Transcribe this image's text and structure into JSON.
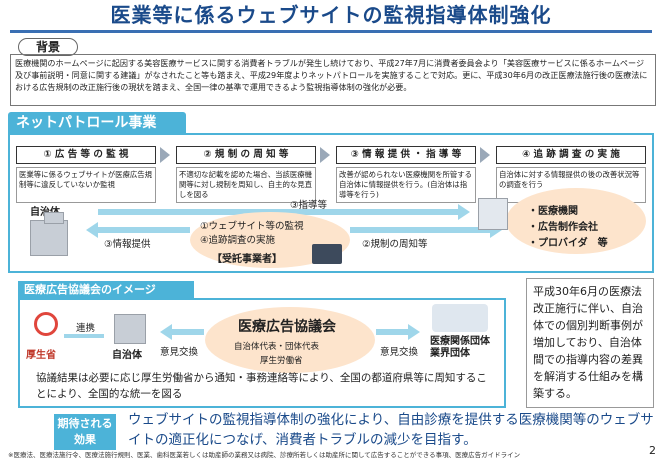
{
  "title": "医業等に係るウェブサイトの監視指導体制強化",
  "background": {
    "label": "背景",
    "text": "医療機関のホームページに起因する美容医療サービスに関する消費者トラブルが発生し続けており、平成27年7月に消費者委員会より「美容医療サービスに係るホームページ及び事前説明・同意に関する建議」がなされたこと等も踏まえ、平成29年度よりネットパトロールを実施することで対応。更に、平成30年6月の改正医療法施行後の医療法における広告規制の改正施行後の現状を踏まえ、全国一律の基準で運用できるよう監視指導体制の強化が必要。"
  },
  "patrol": {
    "tab": "ネットパトロール事業",
    "steps": [
      {
        "head": "① 広 告 等 の 監 視",
        "body": "医業等に係るウェブサイトが医療広告規制等に違反していないか監視"
      },
      {
        "head": "② 規 制 の 周 知 等",
        "body": "不適切な記載を認めた場合、当該医療機関等に対し規制を周知し、自主的な見直しを図る"
      },
      {
        "head": "③ 情 報 提 供 ・ 指 導 等",
        "body": "改善が認められない医療機関を所管する自治体に情報提供を行う。(自治体は指導等を行う)"
      },
      {
        "head": "④ 追 跡 調 査 の 実 施",
        "body": "自治体に対する情報提供の後の改善状況等の調査を行う"
      }
    ],
    "jichitai": "自治体",
    "arrow_guidance": "③指導等",
    "arrow_info": "③情報提供",
    "arrow_notice": "②規制の周知等",
    "center_line1": "①ウェブサイト等の監視",
    "center_line2": "④追跡調査の実施",
    "contractor": "【受託事業者】",
    "targets": [
      "・医療機関",
      "・広告制作会社",
      "・プロバイダ　等"
    ]
  },
  "council_image": {
    "tab": "医療広告協議会のイメージ",
    "mhlw": "厚生省",
    "renkei": "連携",
    "jichitai": "自治体",
    "exchange_left": "意見交換",
    "exchange_right": "意見交換",
    "council_title": "医療広告協議会",
    "council_sub1": "自治体代表・団体代表",
    "council_sub2": "厚生労働省",
    "groups": "医療関係団体\n業界団体",
    "result_text": "協議結果は必要に応じ厚生労働省から通知・事務連絡等により、全国の都道府県等に周知することにより、全国的な統一を図る"
  },
  "side_note": "平成30年6月の医療法改正施行に伴い、自治体での個別判断事例が増加しており、自治体間での指導内容の差異を解消する仕組みを構築する。",
  "effect": {
    "label": "期待される効果",
    "text": "ウェブサイトの監視指導体制の強化により、自由診療を提供する医療機関等のウェブサイトの適正化につなげ、消費者トラブルの減少を目指す。"
  },
  "footnote": "※医療法、医療法施行令、医療法施行規則、医業、歯科医業若しくは助産師の業務又は病院、診療所若しくは助産所に関して広告することができる事項、医療広告ガイドライン",
  "page": "2",
  "colors": {
    "accent": "#4cb3d8",
    "title": "#1a4a8a",
    "ellipse": "#fde4cc"
  }
}
